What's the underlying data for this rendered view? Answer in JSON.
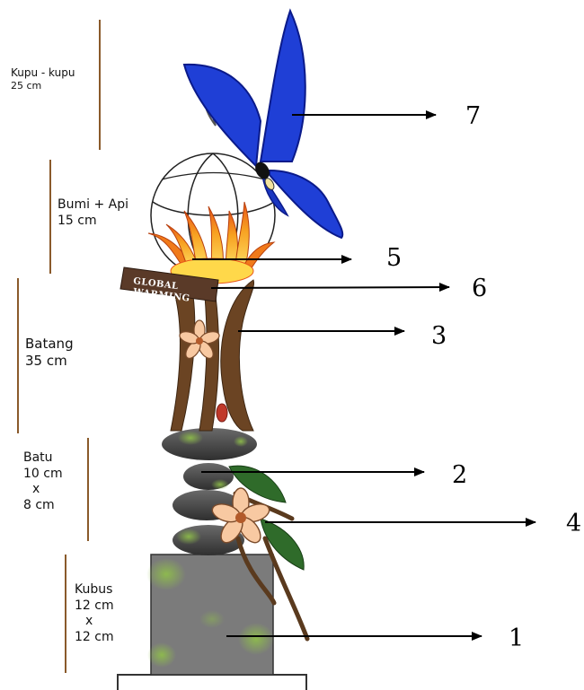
{
  "size_labels": [
    {
      "id": "kupu",
      "lines": [
        "Kupu - kupu",
        "25 cm"
      ]
    },
    {
      "id": "bumi",
      "lines": [
        "Bumi + Api",
        "15 cm"
      ]
    },
    {
      "id": "batang",
      "lines": [
        "Batang",
        "35 cm"
      ]
    },
    {
      "id": "batu",
      "lines": [
        "Batu",
        "10 cm",
        "x",
        "8 cm"
      ]
    },
    {
      "id": "kubus",
      "lines": [
        "Kubus",
        "12 cm",
        "x",
        "12 cm"
      ]
    }
  ],
  "callouts": [
    "7",
    "5",
    "6",
    "3",
    "2",
    "4",
    "1"
  ],
  "sign": {
    "line1": "GLOBAL",
    "line2": "WARMING"
  },
  "colors": {
    "butterfly": "#1f3fd6",
    "butterfly_dark": "#0a1a8a",
    "stem": "#6b4423",
    "stone": "#4a4a4a",
    "cube": "#7a7a7a",
    "leaf": "#2f6b2a",
    "flame_outer": "#f07a1a",
    "flame_inner": "#ffd84a",
    "flower": "#f8c9a2",
    "sign": "#5a3a28"
  }
}
